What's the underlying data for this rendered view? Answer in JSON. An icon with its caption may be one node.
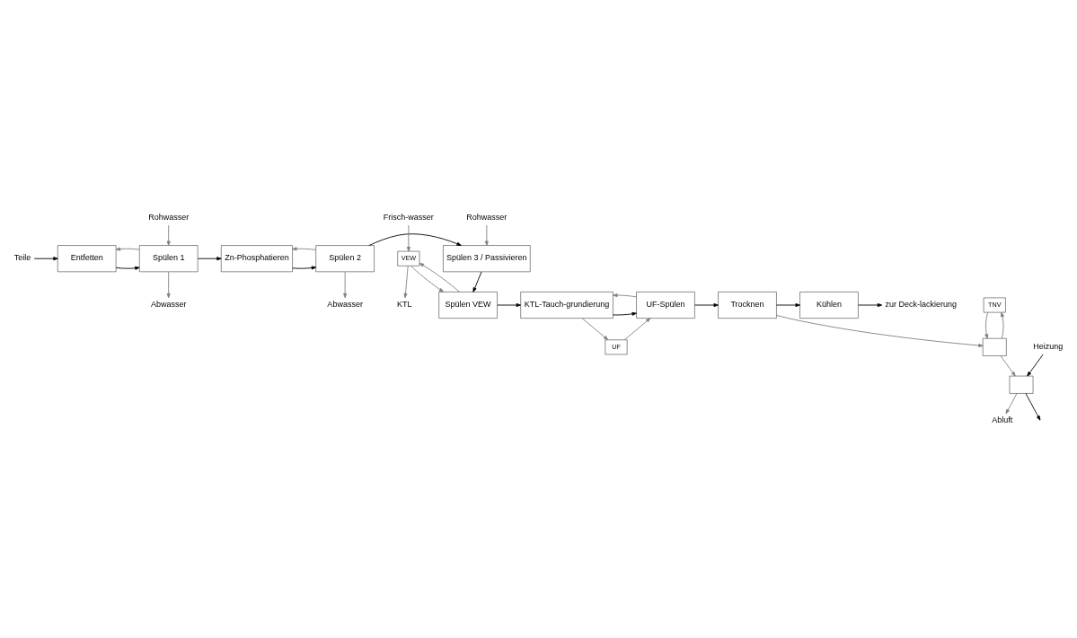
{
  "diagram": {
    "nodes": [
      {
        "text": [
          "Teile"
        ]
      },
      {
        "text": [
          "Entfetten"
        ]
      },
      {
        "text": [
          "Spülen 1"
        ]
      },
      {
        "text": [
          "Rohwasser"
        ]
      },
      {
        "text": [
          "Abwasser"
        ]
      },
      {
        "text": [
          "Zn-Phosphatieren"
        ]
      },
      {
        "text": [
          "Spülen 2"
        ]
      },
      {
        "text": [
          "Abwasser"
        ]
      },
      {
        "text": [
          "Rohwasser"
        ]
      },
      {
        "text": [
          "Spülen 3 / Passivieren"
        ]
      },
      {
        "text": [
          "Frisch-wasser"
        ]
      },
      {
        "text": [
          "VEW"
        ]
      },
      {
        "text": [
          "KTL"
        ]
      },
      {
        "text": [
          "Spülen VEW"
        ]
      },
      {
        "text": [
          "KTL-Tauch-grundierung"
        ]
      },
      {
        "text": [
          "UF-Spülen"
        ]
      },
      {
        "text": [
          "UF"
        ]
      },
      {
        "text": [
          "Trocknen"
        ]
      },
      {
        "text": [
          "Kühlen"
        ]
      },
      {
        "text": [
          "zur Deck-lackierung"
        ]
      },
      {
        "text": [
          "TNV"
        ]
      },
      {
        "text": [],
        "shape": "box"
      },
      {
        "text": [],
        "shape": "box"
      },
      {
        "text": [
          "Abluft"
        ]
      },
      {
        "text": [
          "Heizung"
        ]
      }
    ],
    "edges": [
      {
        "from": 0,
        "to": 1,
        "arrow": "to",
        "color": "#000000"
      },
      {
        "from": 1,
        "to": 2,
        "arrow": "to",
        "color": "#000000"
      },
      {
        "from": 2,
        "to": 1,
        "arrow": "to"
      },
      {
        "from": 3,
        "to": 2,
        "arrow": "to"
      },
      {
        "from": 2,
        "to": 4,
        "arrow": "to"
      },
      {
        "from": 2,
        "to": 5,
        "arrow": "to",
        "color": "#000000"
      },
      {
        "from": 5,
        "to": 6,
        "arrow": "to",
        "color": "#000000"
      },
      {
        "from": 6,
        "to": 5,
        "arrow": "to"
      },
      {
        "from": 6,
        "to": 7,
        "arrow": "to"
      },
      {
        "from": 8,
        "to": 9,
        "arrow": "to"
      },
      {
        "from": 6,
        "to": 9,
        "arrow": "to",
        "color": "#000000"
      },
      {
        "from": 9,
        "to": 13,
        "arrow": "to",
        "color": "#000000"
      },
      {
        "from": 10,
        "to": 11,
        "arrow": "to"
      },
      {
        "from": 13,
        "to": 11,
        "arrow": "to"
      },
      {
        "from": 11,
        "to": 13,
        "arrow": "to"
      },
      {
        "from": 11,
        "to": 12,
        "arrow": "to"
      },
      {
        "from": 13,
        "to": 14,
        "arrow": "to",
        "color": "#000000"
      },
      {
        "from": 14,
        "to": 15,
        "arrow": "to",
        "color": "#000000"
      },
      {
        "from": 15,
        "to": 14,
        "arrow": "to"
      },
      {
        "from": 14,
        "to": 16,
        "arrow": "to"
      },
      {
        "from": 16,
        "to": 15,
        "arrow": "to"
      },
      {
        "from": 15,
        "to": 17,
        "arrow": "to",
        "color": "#000000"
      },
      {
        "from": 17,
        "to": 18,
        "arrow": "to",
        "color": "#000000"
      },
      {
        "from": 18,
        "to": 19,
        "arrow": "to",
        "color": "#000000"
      },
      {
        "from": 17,
        "to": 21,
        "arrow": "to"
      },
      {
        "from": 21,
        "to": 20,
        "arrow": "to"
      },
      {
        "from": 20,
        "to": 21,
        "arrow": "to"
      },
      {
        "from": 21,
        "to": 22,
        "arrow": "to"
      },
      {
        "from": 22,
        "to": 23,
        "arrow": "to"
      },
      {
        "from": 24,
        "to": 22,
        "arrow": "to",
        "color": "#000000"
      },
      {
        "from": 22,
        "to": null,
        "arrow": "to",
        "color": "#000000"
      }
    ]
  }
}
